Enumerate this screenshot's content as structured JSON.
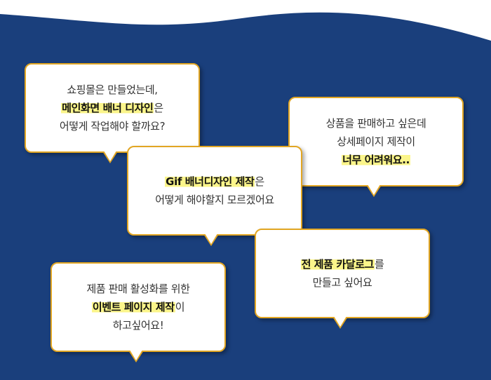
{
  "colors": {
    "background": "#1a3f7c",
    "bubble_border": "#e2a623",
    "highlight": "#fbf58a"
  },
  "bubbles": [
    {
      "lines": [
        [
          {
            "t": "쇼핑몰은 만들었는데,"
          }
        ],
        [
          {
            "t": "메인화면 배너 디자인",
            "hl": true
          },
          {
            "t": "은"
          }
        ],
        [
          {
            "t": "어떻게 작업해야 할까요?"
          }
        ]
      ]
    },
    {
      "lines": [
        [
          {
            "t": "상품을 판매하고 싶은데"
          }
        ],
        [
          {
            "t": "상세페이지 제작이"
          }
        ],
        [
          {
            "t": "너무 어려워요..",
            "hl": true
          }
        ]
      ]
    },
    {
      "lines": [
        [
          {
            "t": "Gif 배너디자인 제작",
            "hl": true
          },
          {
            "t": "은"
          }
        ],
        [
          {
            "t": "어떻게 해야할지 모르겠어요"
          }
        ]
      ]
    },
    {
      "lines": [
        [
          {
            "t": "전 제품 카달로그",
            "hl": true
          },
          {
            "t": "를"
          }
        ],
        [
          {
            "t": "만들고 싶어요"
          }
        ]
      ]
    },
    {
      "lines": [
        [
          {
            "t": "제품 판매 활성화를 위한"
          }
        ],
        [
          {
            "t": "이벤트 페이지 제작",
            "hl": true
          },
          {
            "t": "이"
          }
        ],
        [
          {
            "t": "하고싶어요!"
          }
        ]
      ]
    }
  ]
}
